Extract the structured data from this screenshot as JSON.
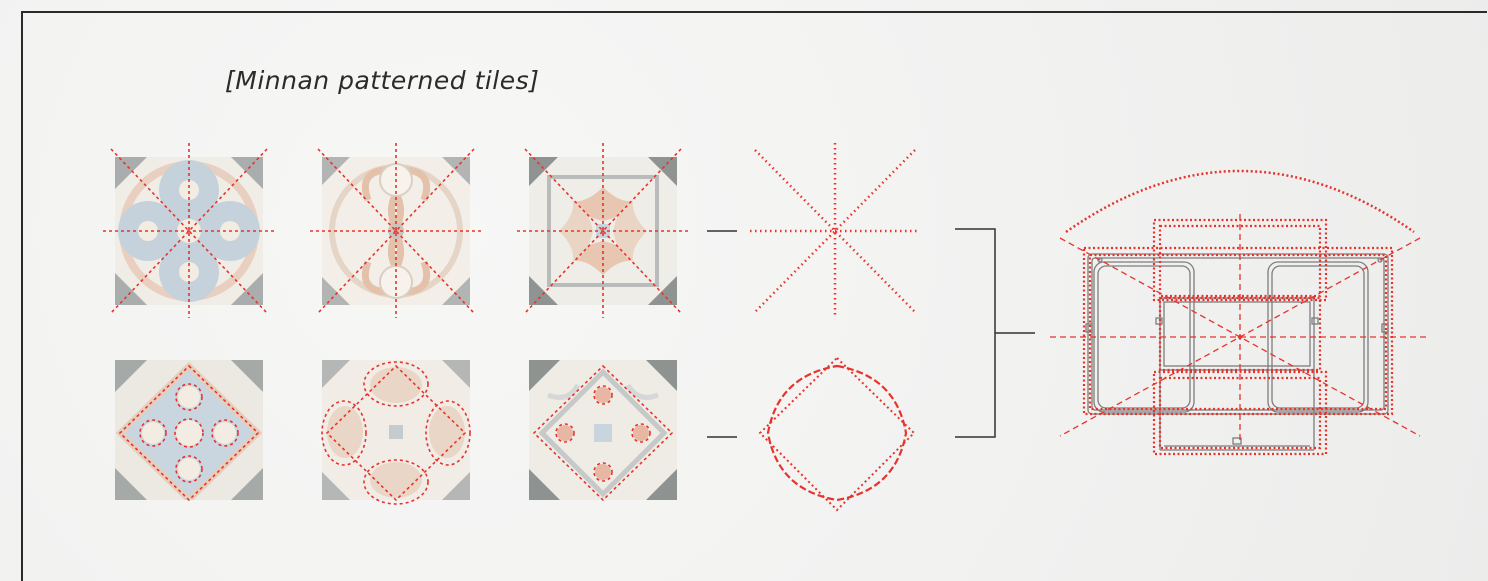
{
  "title": "[Minnan patterned tiles]",
  "colors": {
    "accent_red": "#e8332c",
    "line_dark": "#333333",
    "tile_blue": "#c5d2dc",
    "tile_gray": "#a9adad",
    "tile_cream": "#f2ece2",
    "tile_peach": "#e7c7b2"
  },
  "rows": [
    {
      "tiles": [
        "blue-quatrefoil-tile",
        "cream-scroll-tile",
        "gray-fleur-tile"
      ],
      "overlay": "eight-axis-radial-symmetry",
      "abstraction": "eight-ray-star"
    },
    {
      "tiles": [
        "blue-dot-diamond-tile",
        "cream-petal-tile",
        "gray-rosette-tile"
      ],
      "overlay": "rotated-square-with-circles",
      "abstraction": "diamond-with-bulging-sides"
    }
  ],
  "result": "symmetrical-pavilion-floor-plan"
}
